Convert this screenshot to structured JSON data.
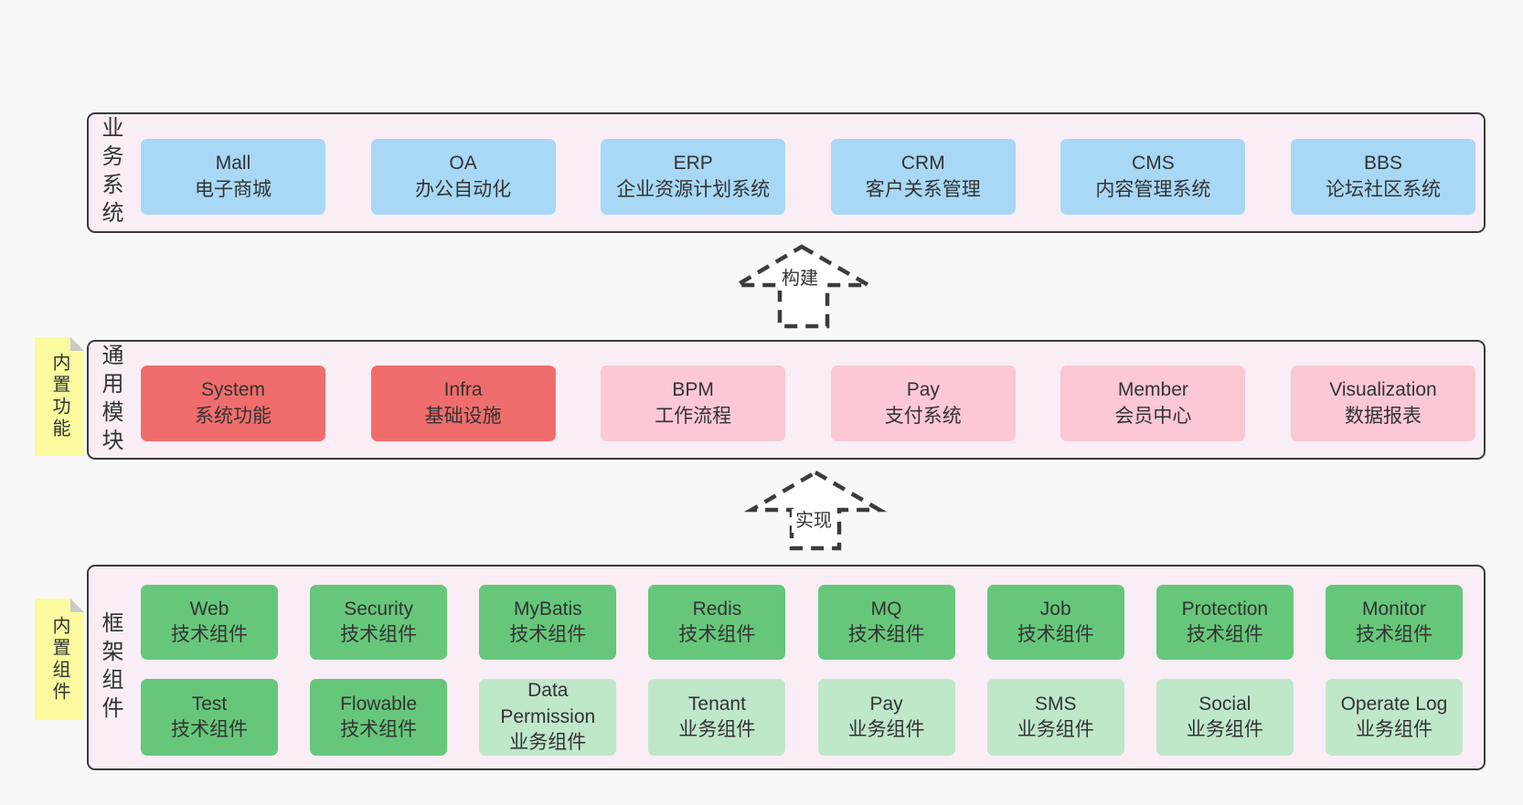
{
  "page": {
    "background": "#f8f8f8"
  },
  "colors": {
    "layer_fill": "#f9edf6",
    "layer_border": "#3a3a3a",
    "blue": "#a8d8f5",
    "red": "#f06d6d",
    "pink": "#fbc8d3",
    "green": "#66c77b",
    "lightgreen": "#bfe7c9",
    "sticky_yellow": "#fbfa9e",
    "sticky_fold": "#c9c9c9",
    "text": "#333333",
    "arrow_stroke": "#3c3c3c"
  },
  "layers": [
    {
      "id": "business-systems",
      "label": "业务系统",
      "boxes": [
        {
          "en": "Mall",
          "zh": "电子商城",
          "type": "blue"
        },
        {
          "en": "OA",
          "zh": "办公自动化",
          "type": "blue"
        },
        {
          "en": "ERP",
          "zh": "企业资源计划系统",
          "type": "blue"
        },
        {
          "en": "CRM",
          "zh": "客户关系管理",
          "type": "blue"
        },
        {
          "en": "CMS",
          "zh": "内容管理系统",
          "type": "blue"
        },
        {
          "en": "BBS",
          "zh": "论坛社区系统",
          "type": "blue"
        }
      ]
    },
    {
      "id": "common-modules",
      "label": "通用模块",
      "sticky": "内置功能",
      "boxes": [
        {
          "en": "System",
          "zh": "系统功能",
          "type": "red"
        },
        {
          "en": "Infra",
          "zh": "基础设施",
          "type": "red"
        },
        {
          "en": "BPM",
          "zh": "工作流程",
          "type": "pink"
        },
        {
          "en": "Pay",
          "zh": "支付系统",
          "type": "pink"
        },
        {
          "en": "Member",
          "zh": "会员中心",
          "type": "pink"
        },
        {
          "en": "Visualization",
          "zh": "数据报表",
          "type": "pink"
        }
      ]
    },
    {
      "id": "framework-components",
      "label": "框架组件",
      "sticky": "内置组件",
      "row1": [
        {
          "en": "Web",
          "zh": "技术组件",
          "type": "green"
        },
        {
          "en": "Security",
          "zh": "技术组件",
          "type": "green"
        },
        {
          "en": "MyBatis",
          "zh": "技术组件",
          "type": "green"
        },
        {
          "en": "Redis",
          "zh": "技术组件",
          "type": "green"
        },
        {
          "en": "MQ",
          "zh": "技术组件",
          "type": "green"
        },
        {
          "en": "Job",
          "zh": "技术组件",
          "type": "green"
        },
        {
          "en": "Protection",
          "zh": "技术组件",
          "type": "green"
        },
        {
          "en": "Monitor",
          "zh": "技术组件",
          "type": "green"
        }
      ],
      "row2": [
        {
          "en": "Test",
          "zh": "技术组件",
          "type": "green"
        },
        {
          "en": "Flowable",
          "zh": "技术组件",
          "type": "green"
        },
        {
          "en": "Data Permission",
          "zh": "业务组件",
          "type": "lightgreen"
        },
        {
          "en": "Tenant",
          "zh": "业务组件",
          "type": "lightgreen"
        },
        {
          "en": "Pay",
          "zh": "业务组件",
          "type": "lightgreen"
        },
        {
          "en": "SMS",
          "zh": "业务组件",
          "type": "lightgreen"
        },
        {
          "en": "Social",
          "zh": "业务组件",
          "type": "lightgreen"
        },
        {
          "en": "Operate Log",
          "zh": "业务组件",
          "type": "lightgreen"
        }
      ]
    }
  ],
  "arrows": [
    {
      "label": "构建"
    },
    {
      "label": "实现"
    }
  ]
}
